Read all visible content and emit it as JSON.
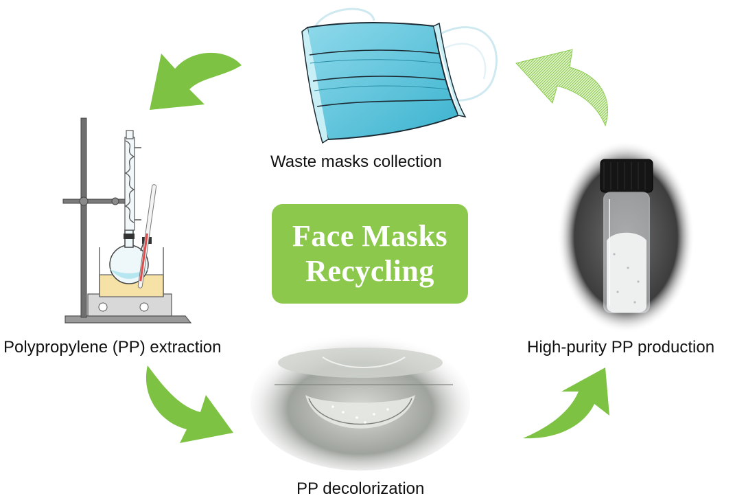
{
  "center": {
    "line1": "Face Masks",
    "line2": "Recycling"
  },
  "steps": {
    "collection": "Waste masks collection",
    "extraction": "Polypropylene (PP) extraction",
    "decolorization": "PP decolorization",
    "production": "High-purity PP production"
  },
  "colors": {
    "arrow_green": "#7dc242",
    "center_box": "#8cc84b",
    "mask_blue": "#5cc6dc",
    "hatched_green": "#a9d86e"
  },
  "icons": {
    "mask": "surgical-mask-icon",
    "apparatus": "extraction-apparatus-icon",
    "dish": "decolorization-dish-photo",
    "vial": "pp-vial-photo"
  }
}
